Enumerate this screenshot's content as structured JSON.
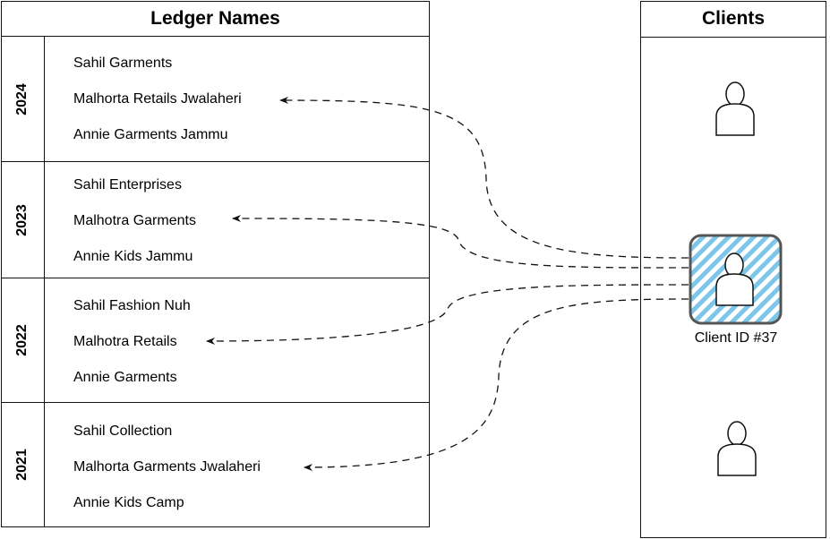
{
  "ledger": {
    "title": "Ledger Names",
    "years": [
      {
        "year": "2024",
        "items": [
          "Sahil Garments",
          "Malhorta Retails Jwalaheri",
          "Annie Garments Jammu"
        ]
      },
      {
        "year": "2023",
        "items": [
          "Sahil Enterprises",
          "Malhotra Garments",
          "Annie Kids Jammu"
        ]
      },
      {
        "year": "2022",
        "items": [
          "Sahil Fashion Nuh",
          "Malhotra Retails",
          "Annie Garments"
        ]
      },
      {
        "year": "2021",
        "items": [
          "Sahil Collection",
          "Malhorta Garments Jwalaheri",
          "Annie Kids Camp"
        ]
      }
    ]
  },
  "clients": {
    "title": "Clients",
    "highlighted": {
      "caption": "Client ID #37",
      "fill_color": "#7cc6ea",
      "border_color": "#555555"
    }
  },
  "connections": [
    {
      "from": "Client ID #37",
      "to": "Malhorta Retails Jwalaheri",
      "year": "2024"
    },
    {
      "from": "Client ID #37",
      "to": "Malhotra Garments",
      "year": "2023"
    },
    {
      "from": "Client ID #37",
      "to": "Malhotra Retails",
      "year": "2022"
    },
    {
      "from": "Client ID #37",
      "to": "Malhorta Garments Jwalaheri",
      "year": "2021"
    }
  ]
}
